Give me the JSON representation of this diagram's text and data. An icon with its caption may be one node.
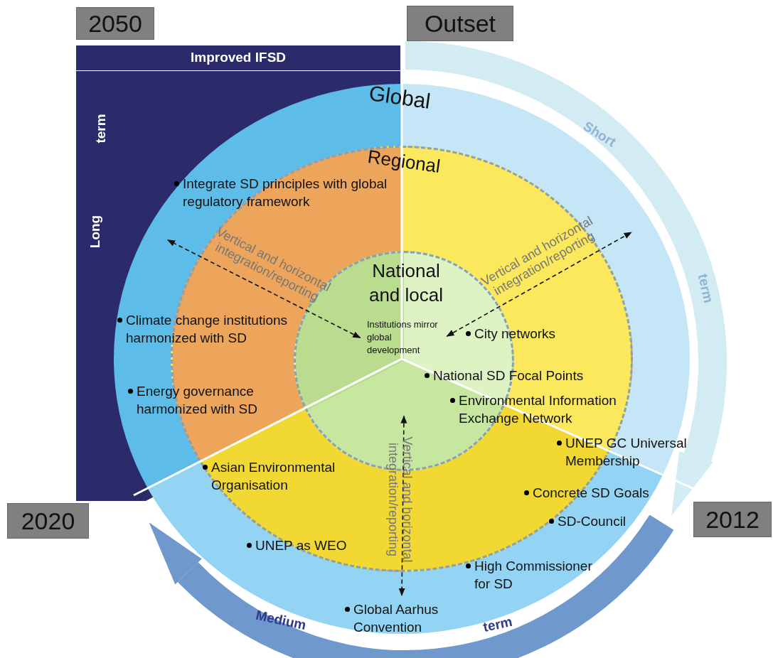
{
  "diagram": {
    "nodes": [
      {
        "text": [
          "Global"
        ]
      },
      {
        "text": [
          "Regional"
        ],
        "in": 0
      },
      {
        "text": [
          "National and local",
          "Institutions mirror global development"
        ],
        "in": 1
      },
      {
        "text": [
          "2050"
        ]
      },
      {
        "text": [
          "Outset"
        ]
      },
      {
        "text": [
          "2020"
        ]
      },
      {
        "text": [
          "2012"
        ]
      },
      {
        "text": [
          "Improved IFSD"
        ]
      }
    ],
    "edges": [
      {
        "from": 2,
        "to": 0,
        "arrow": "both",
        "style": "dashed",
        "label": "Vertical and horizontal integration/reporting"
      },
      {
        "from": 2,
        "to": 0,
        "arrow": "both",
        "style": "dashed",
        "label": "Vertical and horizontal integration/reporting"
      },
      {
        "from": 2,
        "to": 0,
        "arrow": "both",
        "style": "dashed",
        "label": "Vertical and horizontal integration/reporting"
      }
    ],
    "labels": [
      "term",
      "Long",
      "Short",
      "term",
      "Integrate SD principles with global regulatory framework",
      "Climate change institutions harmonized with SD",
      "City networks",
      "National SD Focal Points",
      "Energy governance harmonized with SD",
      "Environmental Information Exchange Network",
      "UNEP GC Universal Membership",
      "Asian Environmental Organisation",
      "Concrete SD Goals",
      "SD-Council",
      "UNEP as WEO",
      "High Commissioner for SD",
      "Global Aarhus Convention",
      "Medium",
      "term"
    ]
  }
}
